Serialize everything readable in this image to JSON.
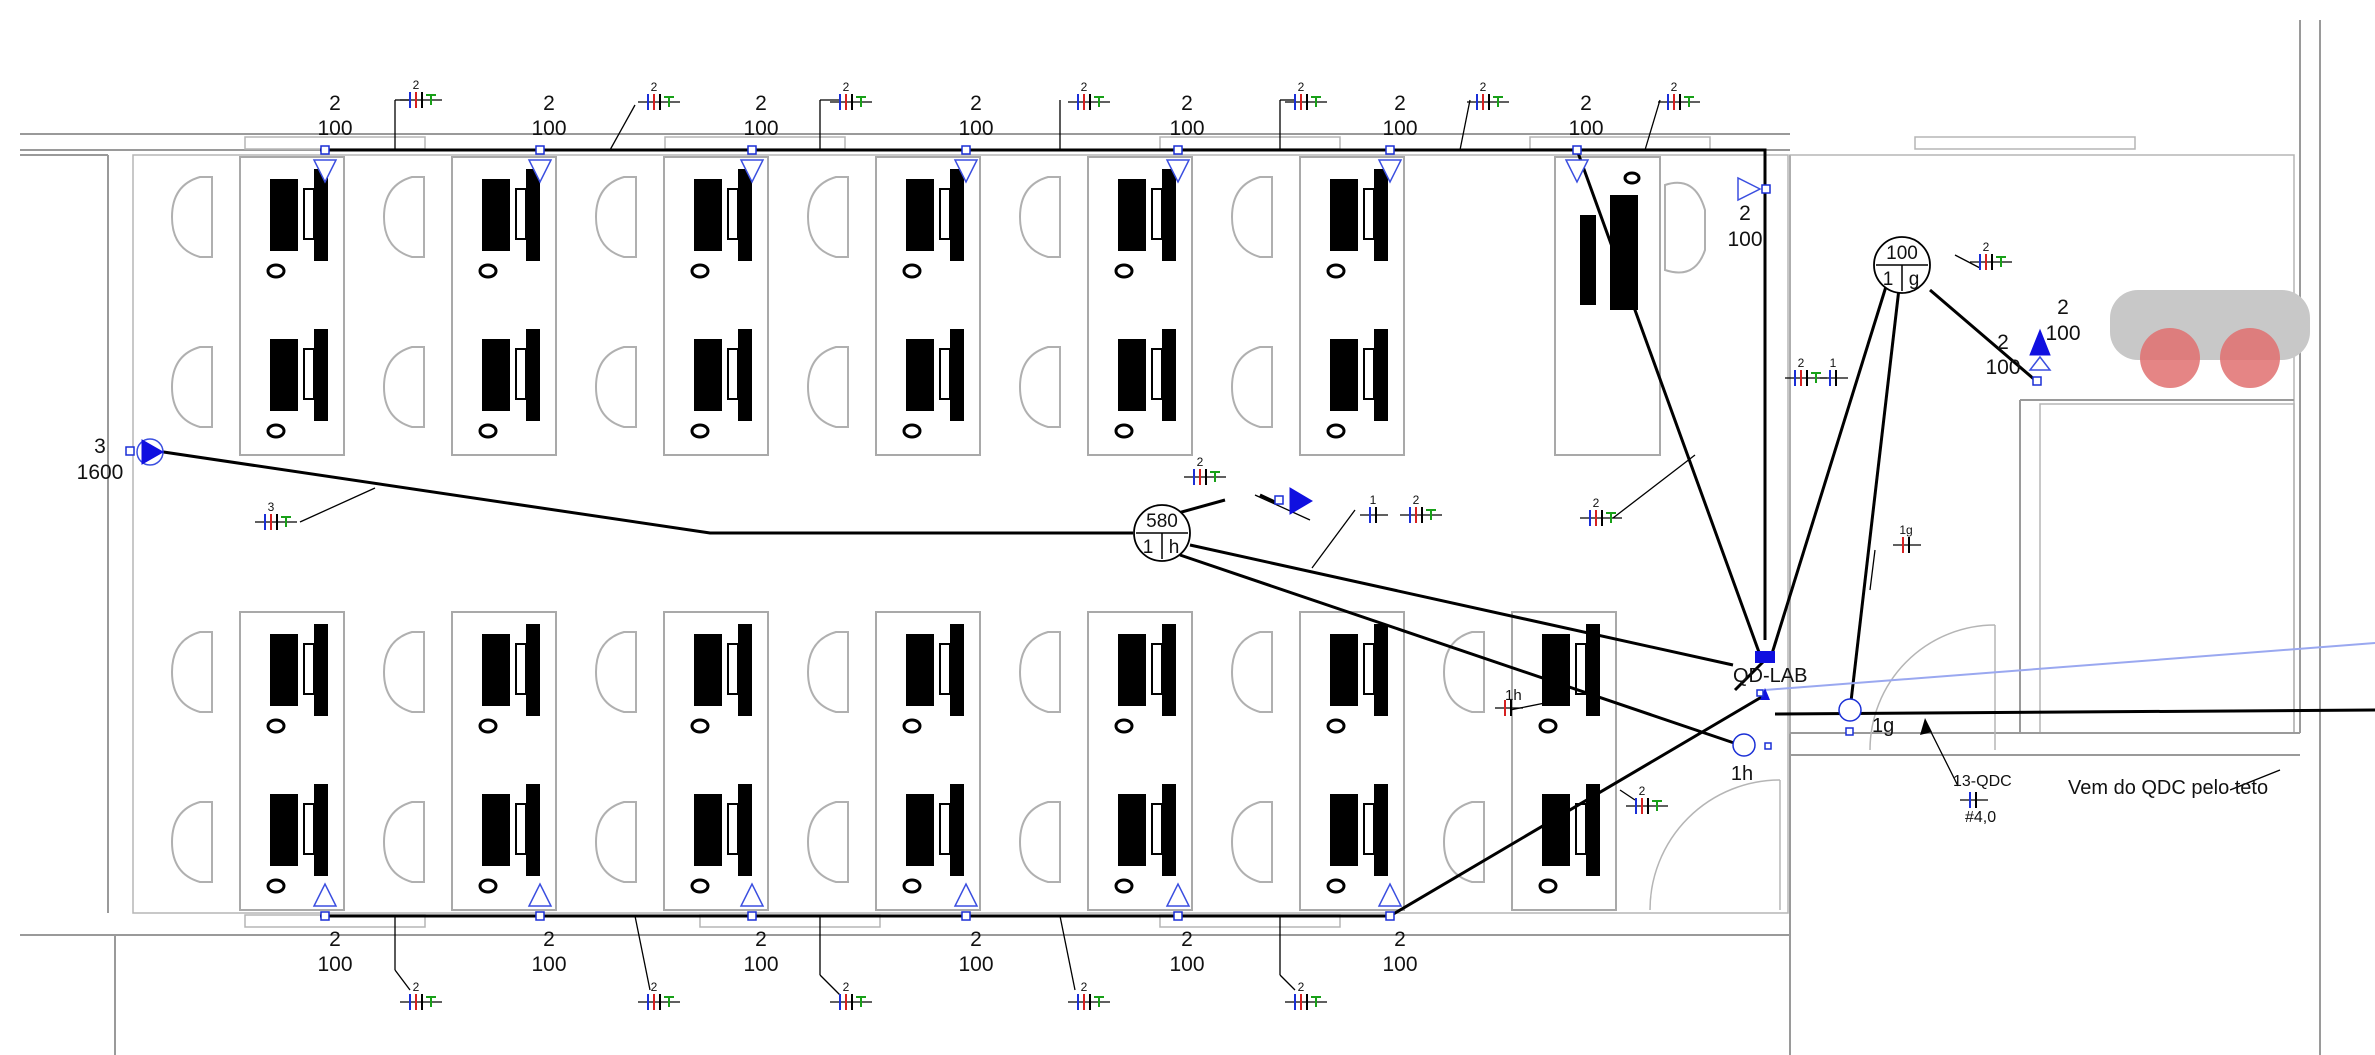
{
  "plan": {
    "panel": {
      "name": "QD-LAB",
      "color": "#1010e0"
    },
    "feed_note": "Vem do QDC pelo teto",
    "feed_circuit": {
      "id": "13-QDC",
      "gauge": "#4,0"
    },
    "junction_main": {
      "power": "580",
      "circuit": "1",
      "switch": "h"
    },
    "junction_right": {
      "power": "100",
      "circuit": "1",
      "switch": "g"
    },
    "switches": [
      {
        "label": "1g"
      },
      {
        "label": "1h"
      }
    ],
    "outlets_top": [
      {
        "circuit": "2",
        "power": "100"
      },
      {
        "circuit": "2",
        "power": "100"
      },
      {
        "circuit": "2",
        "power": "100"
      },
      {
        "circuit": "2",
        "power": "100"
      },
      {
        "circuit": "2",
        "power": "100"
      },
      {
        "circuit": "2",
        "power": "100"
      },
      {
        "circuit": "2",
        "power": "100"
      }
    ],
    "outlets_bottom": [
      {
        "circuit": "2",
        "power": "100"
      },
      {
        "circuit": "2",
        "power": "100"
      },
      {
        "circuit": "2",
        "power": "100"
      },
      {
        "circuit": "2",
        "power": "100"
      },
      {
        "circuit": "2",
        "power": "100"
      },
      {
        "circuit": "2",
        "power": "100"
      }
    ],
    "outlet_teacher": {
      "circuit": "2",
      "power": "100"
    },
    "outlet_right": {
      "circuit": "2",
      "power": "100"
    },
    "outlet_ac": {
      "circuit": "3",
      "power": "1600"
    },
    "outlet_1h_small": {
      "label": "1h"
    },
    "conductor_marks": {
      "c2": "2",
      "c3": "3",
      "c1": "1",
      "c1g": "1g",
      "c1h": "1h"
    },
    "colors": {
      "phase": "#1a2fd6",
      "neutral": "#d62020",
      "ground": "#18a018",
      "wall": "#9a9a9a",
      "heat_blob": "#e07070",
      "feed_line": "#9aa8f0"
    }
  }
}
